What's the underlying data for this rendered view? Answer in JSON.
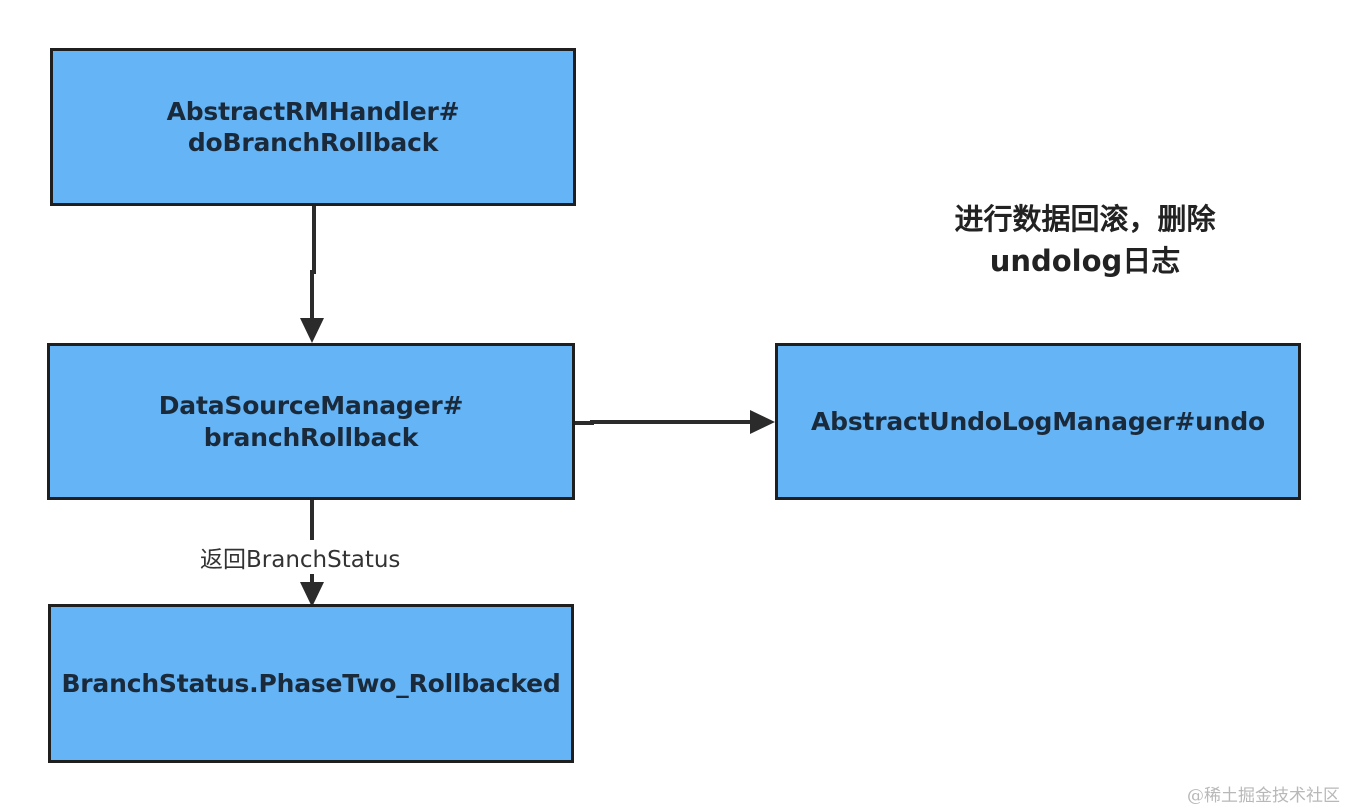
{
  "diagram": {
    "nodes": {
      "abstract_rm_handler": {
        "line1": "AbstractRMHandler#",
        "line2": "doBranchRollback"
      },
      "datasource_manager": {
        "line1": "DataSourceManager#",
        "line2": "branchRollback"
      },
      "undo_log_manager": {
        "label": "AbstractUndoLogManager#undo"
      },
      "branch_status": {
        "label": "BranchStatus.PhaseTwo_Rollbacked"
      }
    },
    "edges": {
      "return_label": "返回BranchStatus"
    },
    "note": {
      "line1": "进行数据回滚，删除",
      "line2": "undolog日志"
    }
  },
  "colors": {
    "node_fill": "#64b4f6",
    "node_border": "#1f1f1f",
    "edge": "#2b2b2b"
  },
  "watermark": "@稀土掘金技术社区"
}
